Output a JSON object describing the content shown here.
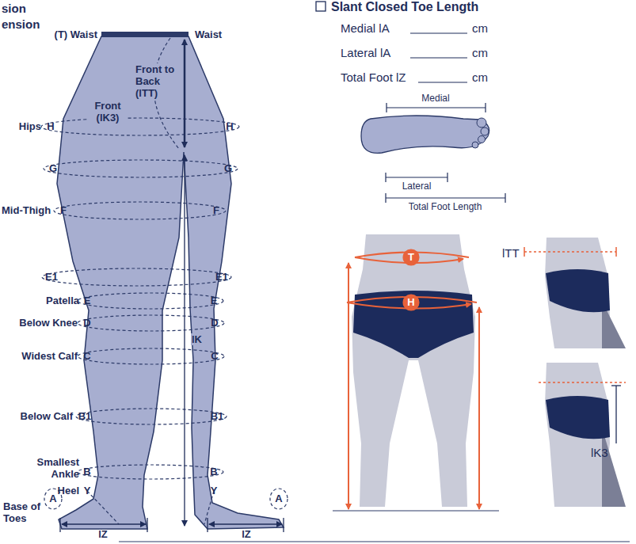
{
  "diagram": {
    "nodes": [
      {
        "text": [
          "T"
        ]
      },
      {
        "text": [
          "H"
        ]
      }
    ],
    "labels": [
      "sion",
      "ension",
      "(T) Waist",
      "Waist",
      "Front (lK3)",
      "Front to Back (lTT)",
      "Hips",
      "H",
      "H",
      "G",
      "G",
      "Mid-Thigh",
      "F",
      "F",
      "lK",
      "E1",
      "E1",
      "Patella",
      "E",
      "E",
      "Below Knee",
      "D",
      "D",
      "Widest Calf",
      "C",
      "C",
      "Below Calf",
      "B1",
      "B1",
      "Smallest Ankle",
      "B",
      "B",
      "Heel",
      "Y",
      "Y",
      "Base of Toes",
      "A",
      "A",
      "lZ",
      "lZ",
      "Slant Closed Toe Length",
      "Medial lA",
      "cm",
      "Lateral lA",
      "cm",
      "Total Foot lZ",
      "cm",
      "Medial",
      "Lateral",
      "Total Foot Length",
      "lTT",
      "lK3"
    ]
  }
}
